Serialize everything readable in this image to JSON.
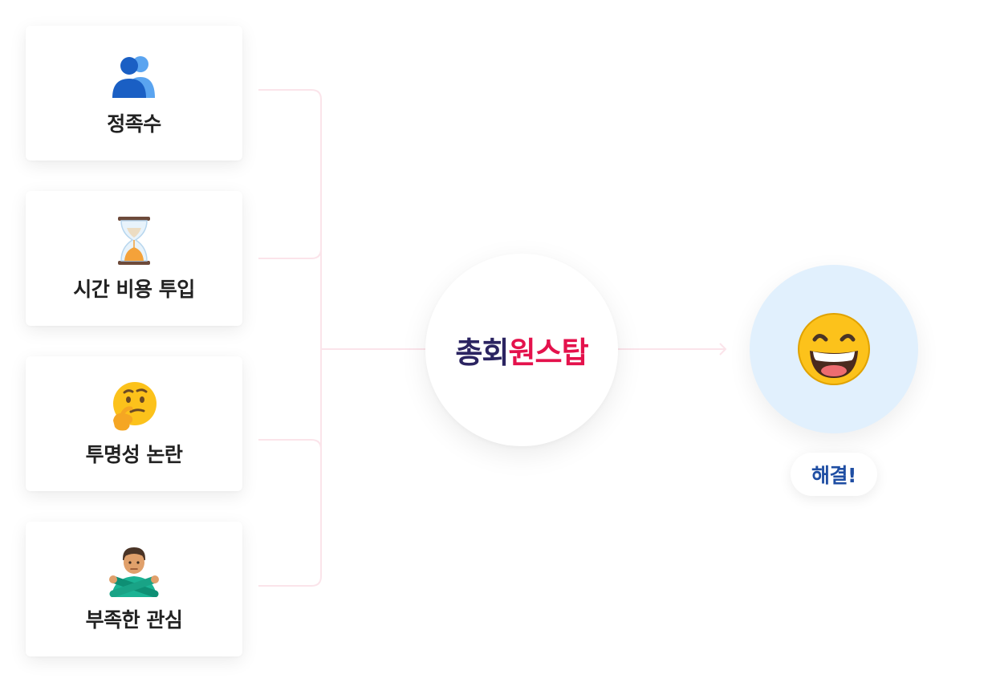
{
  "problems": [
    {
      "label": "정족수",
      "icon": "people-icon"
    },
    {
      "label": "시간 비용 투입",
      "icon": "hourglass-icon"
    },
    {
      "label": "투명성 논란",
      "icon": "thinking-face-icon"
    },
    {
      "label": "부족한 관심",
      "icon": "crossed-arms-person-icon"
    }
  ],
  "solution": {
    "brand_part_a": "총회",
    "brand_part_b": "원스탑"
  },
  "result": {
    "icon": "grinning-face-icon",
    "label": "해결!"
  },
  "colors": {
    "brand_navy": "#2b2461",
    "brand_red": "#e4124c",
    "result_blue": "#1f4ea3",
    "result_bg": "#e1f0fd",
    "connector": "#fbe4ea"
  }
}
